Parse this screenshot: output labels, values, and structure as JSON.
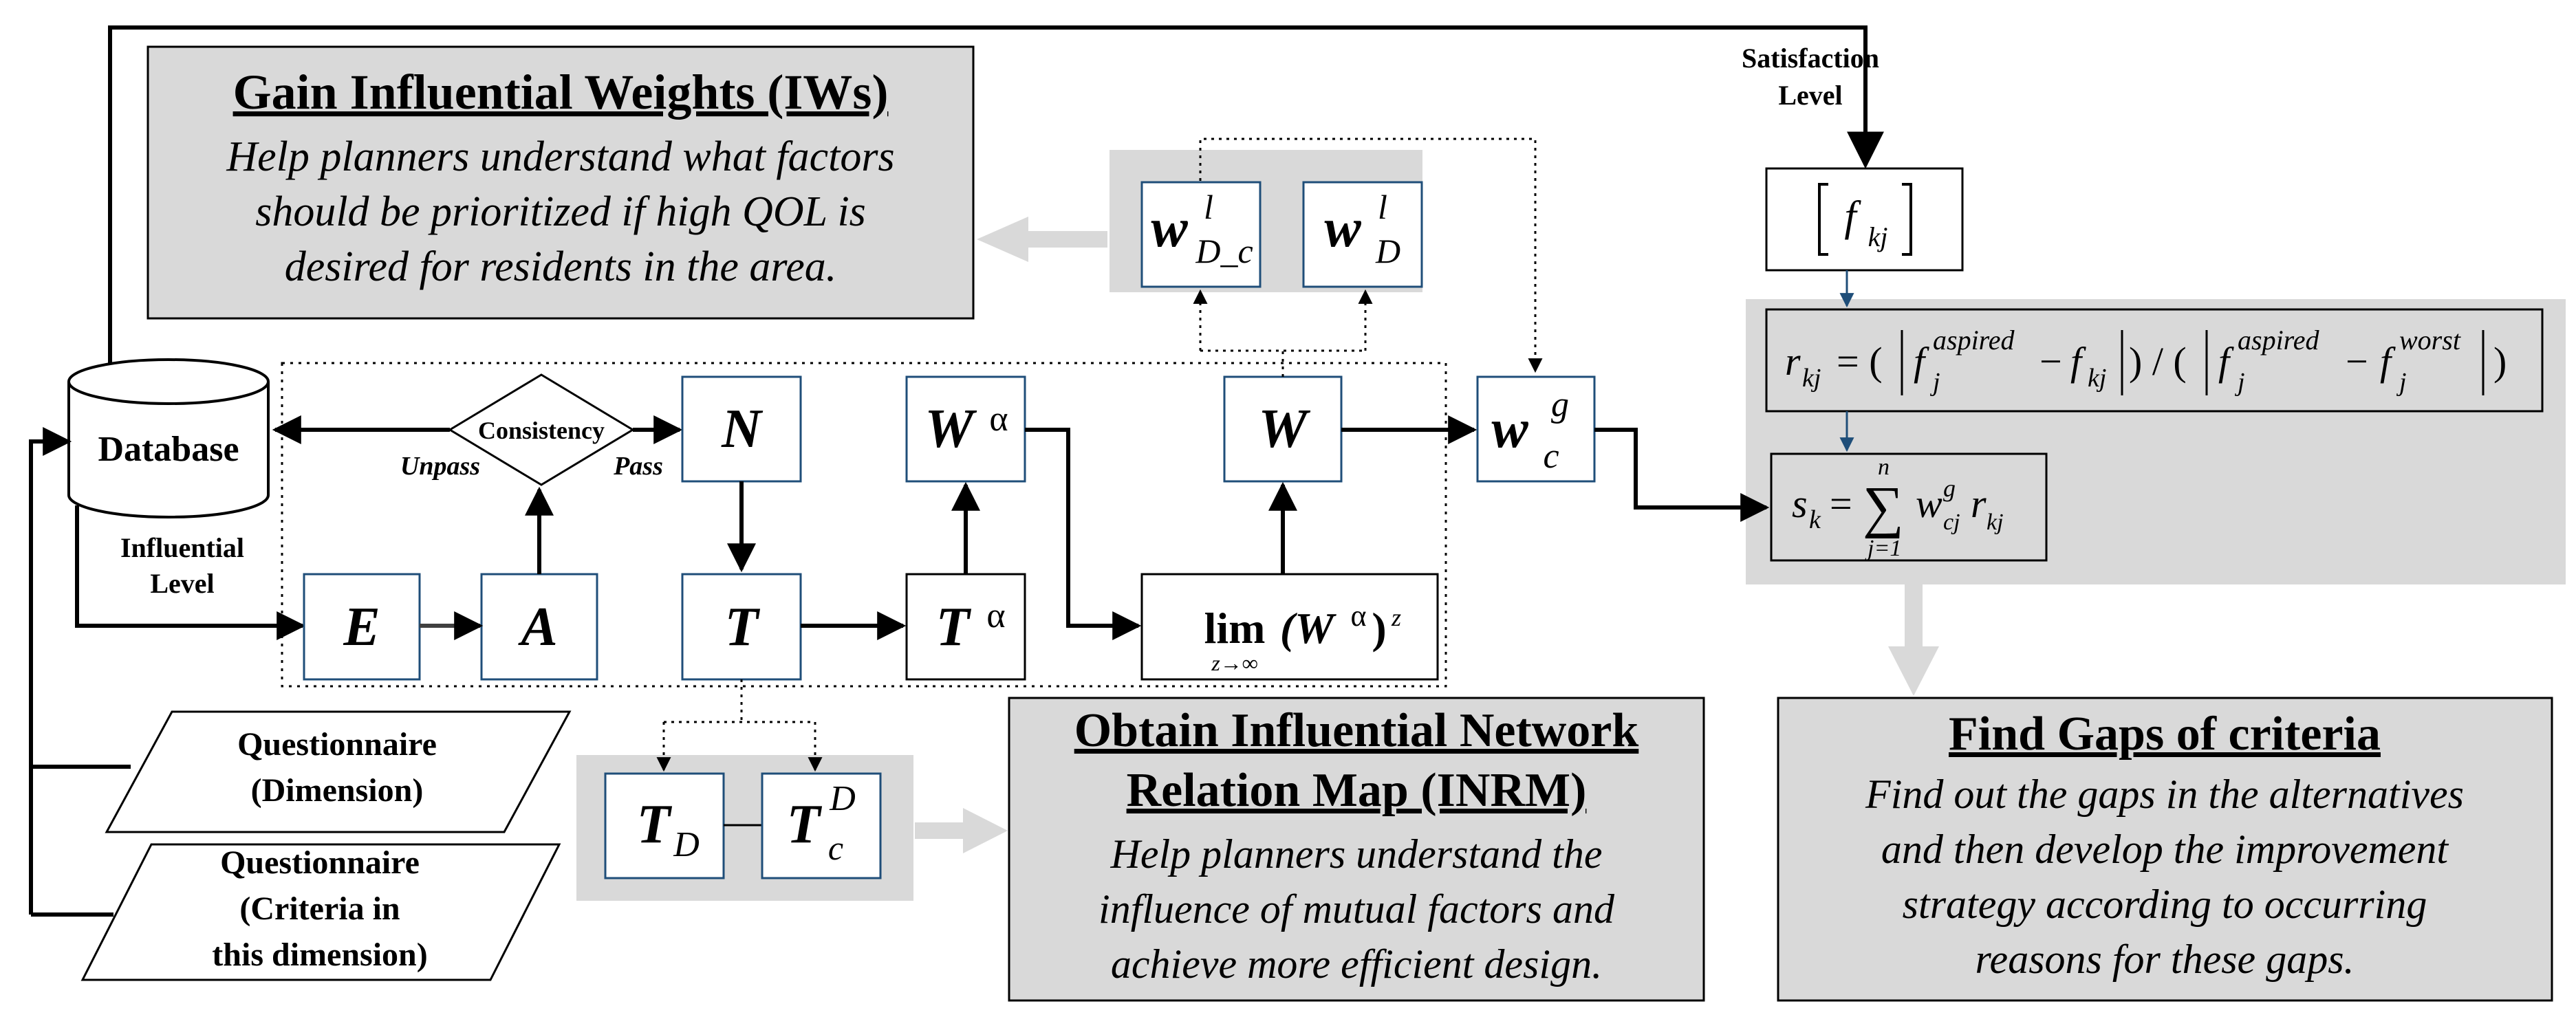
{
  "panels": {
    "gain": {
      "title": "Gain Influential Weights (IWs)",
      "lines": [
        "Help planners understand what factors",
        "should be prioritized if high QOL is",
        "desired for residents in the area."
      ]
    },
    "inrm": {
      "title_lines": [
        "Obtain Influential Network",
        "Relation Map (INRM)"
      ],
      "lines": [
        "Help planners understand the",
        "influence of mutual factors and",
        "achieve more efficient design."
      ]
    },
    "gaps": {
      "title": "Find Gaps of criteria",
      "lines": [
        "Find out the gaps in the alternatives",
        "and then develop the improvement",
        "strategy according to occurring",
        "reasons for these gaps."
      ]
    }
  },
  "labels": {
    "satisfaction": [
      "Satisfaction",
      "Level"
    ],
    "database": "Database",
    "influential": [
      "Influential",
      "Level"
    ],
    "consistency": "Consistency",
    "unpass": "Unpass",
    "pass": "Pass",
    "q_dimension": [
      "Questionnaire",
      "(Dimension)"
    ],
    "q_criteria": [
      "Questionnaire",
      "(Criteria in",
      "this dimension)"
    ]
  },
  "symbols": {
    "E": "E",
    "A": "A",
    "N": "N",
    "T": "T",
    "W": "W",
    "W_alpha": "W",
    "T_alpha": "T",
    "alpha": "α",
    "lim": "lim",
    "lim_sub": "z→∞",
    "lim_W": "(W",
    "lim_sup_z": "z",
    "w": "w",
    "sup_l": "l",
    "sub_Dc": "D_c",
    "sub_D": "D",
    "sub_c": "c",
    "sup_g": "g",
    "TD": "T",
    "TD_sub": "D",
    "TcD_sub": "c",
    "TcD_sup": "D",
    "f_kj": "f",
    "kj": "kj"
  },
  "formulas": {
    "r_line": "r",
    "s_line": "s"
  }
}
